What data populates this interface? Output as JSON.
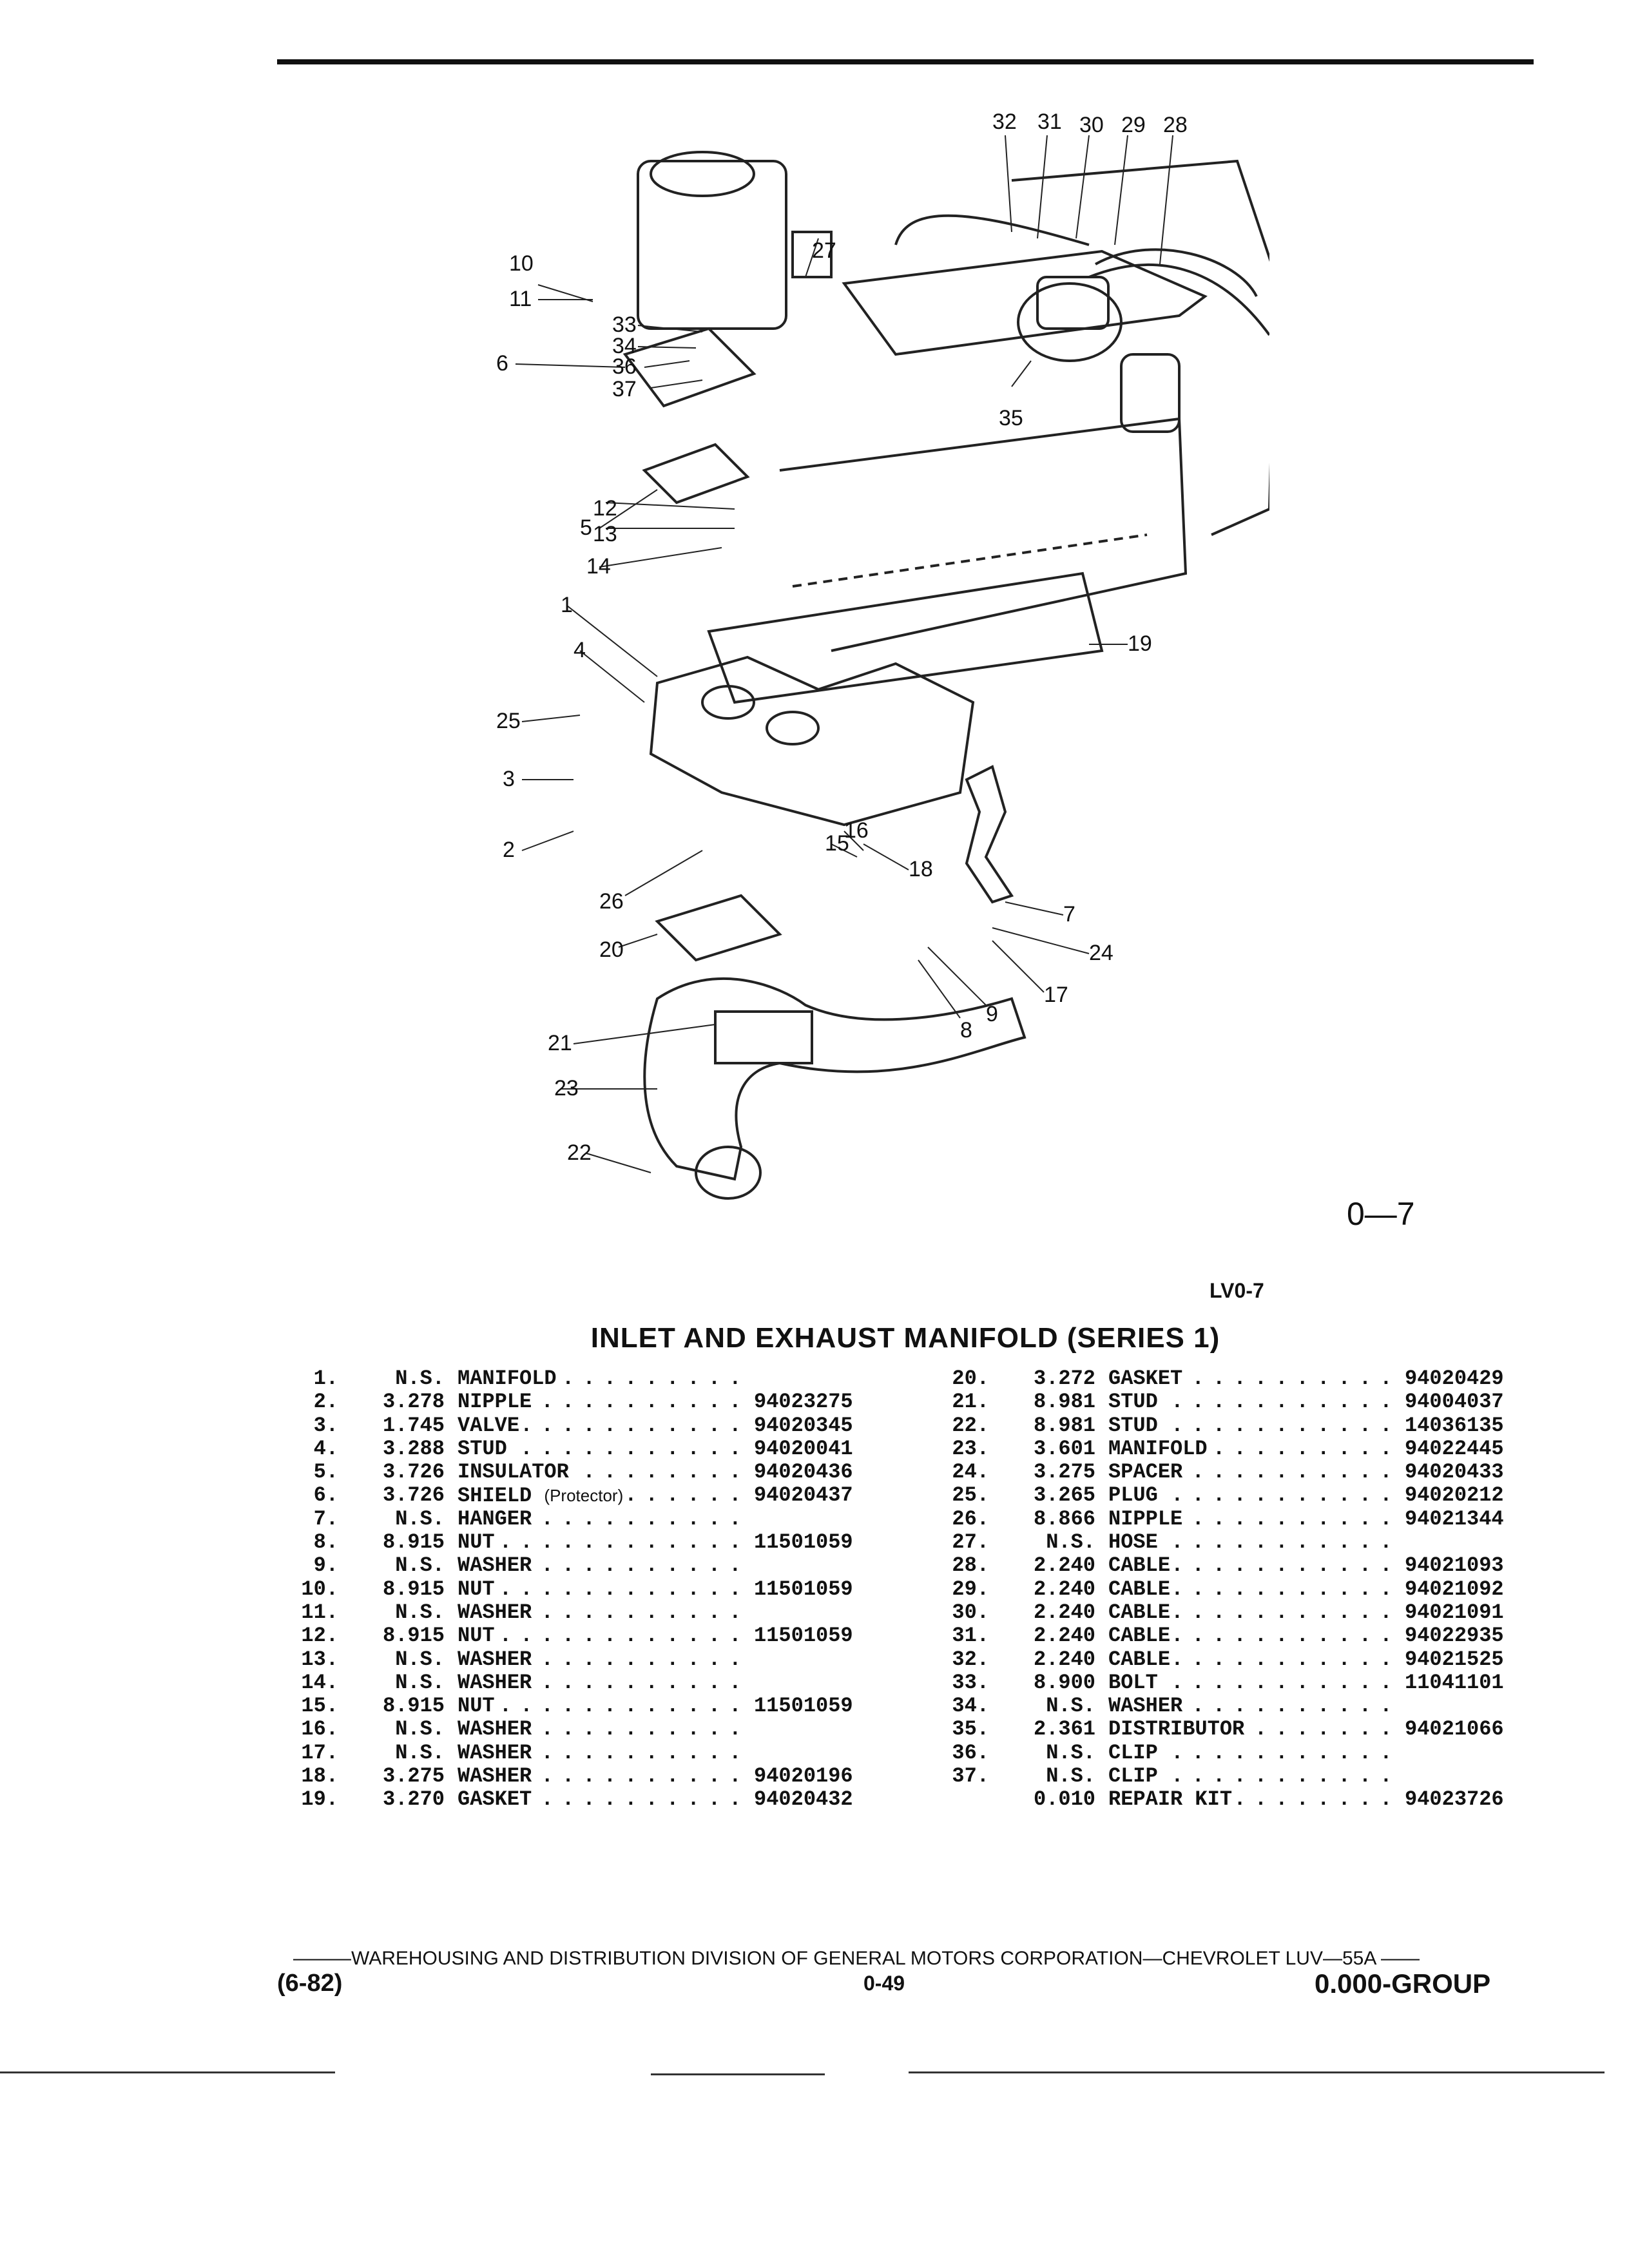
{
  "figure": {
    "number": "0—7",
    "code": "LV0-7",
    "callouts": [
      "1",
      "2",
      "3",
      "4",
      "5",
      "6",
      "7",
      "8",
      "9",
      "10",
      "11",
      "12",
      "13",
      "14",
      "15",
      "16",
      "17",
      "18",
      "19",
      "20",
      "21",
      "22",
      "23",
      "24",
      "25",
      "26",
      "27",
      "28",
      "29",
      "30",
      "31",
      "32",
      "33",
      "34",
      "35",
      "36",
      "37"
    ]
  },
  "title": "INLET AND EXHAUST MANIFOLD (SERIES 1)",
  "parts_left": [
    {
      "no": "1.",
      "group": "N.S.",
      "desc": "MANIFOLD",
      "part": ""
    },
    {
      "no": "2.",
      "group": "3.278",
      "desc": "NIPPLE",
      "part": "94023275"
    },
    {
      "no": "3.",
      "group": "1.745",
      "desc": "VALVE",
      "part": "94020345"
    },
    {
      "no": "4.",
      "group": "3.288",
      "desc": "STUD",
      "part": "94020041"
    },
    {
      "no": "5.",
      "group": "3.726",
      "desc": "INSULATOR",
      "part": "94020436"
    },
    {
      "no": "6.",
      "group": "3.726",
      "desc": "SHIELD",
      "desc_note": "(Protector)",
      "part": "94020437"
    },
    {
      "no": "7.",
      "group": "N.S.",
      "desc": "HANGER",
      "part": ""
    },
    {
      "no": "8.",
      "group": "8.915",
      "desc": "NUT",
      "part": "11501059"
    },
    {
      "no": "9.",
      "group": "N.S.",
      "desc": "WASHER",
      "part": ""
    },
    {
      "no": "10.",
      "group": "8.915",
      "desc": "NUT",
      "part": "11501059"
    },
    {
      "no": "11.",
      "group": "N.S.",
      "desc": "WASHER",
      "part": ""
    },
    {
      "no": "12.",
      "group": "8.915",
      "desc": "NUT",
      "part": "11501059"
    },
    {
      "no": "13.",
      "group": "N.S.",
      "desc": "WASHER",
      "part": ""
    },
    {
      "no": "14.",
      "group": "N.S.",
      "desc": "WASHER",
      "part": ""
    },
    {
      "no": "15.",
      "group": "8.915",
      "desc": "NUT",
      "part": "11501059"
    },
    {
      "no": "16.",
      "group": "N.S.",
      "desc": "WASHER",
      "part": ""
    },
    {
      "no": "17.",
      "group": "N.S.",
      "desc": "WASHER",
      "part": ""
    },
    {
      "no": "18.",
      "group": "3.275",
      "desc": "WASHER",
      "part": "94020196"
    },
    {
      "no": "19.",
      "group": "3.270",
      "desc": "GASKET",
      "part": "94020432"
    }
  ],
  "parts_right": [
    {
      "no": "20.",
      "group": "3.272",
      "desc": "GASKET",
      "part": "94020429"
    },
    {
      "no": "21.",
      "group": "8.981",
      "desc": "STUD",
      "part": "94004037"
    },
    {
      "no": "22.",
      "group": "8.981",
      "desc": "STUD",
      "part": "14036135"
    },
    {
      "no": "23.",
      "group": "3.601",
      "desc": "MANIFOLD",
      "part": "94022445"
    },
    {
      "no": "24.",
      "group": "3.275",
      "desc": "SPACER",
      "part": "94020433"
    },
    {
      "no": "25.",
      "group": "3.265",
      "desc": "PLUG",
      "part": "94020212"
    },
    {
      "no": "26.",
      "group": "8.866",
      "desc": "NIPPLE",
      "part": "94021344"
    },
    {
      "no": "27.",
      "group": "N.S.",
      "desc": "HOSE",
      "part": ""
    },
    {
      "no": "28.",
      "group": "2.240",
      "desc": "CABLE",
      "part": "94021093"
    },
    {
      "no": "29.",
      "group": "2.240",
      "desc": "CABLE",
      "part": "94021092"
    },
    {
      "no": "30.",
      "group": "2.240",
      "desc": "CABLE",
      "part": "94021091"
    },
    {
      "no": "31.",
      "group": "2.240",
      "desc": "CABLE",
      "part": "94022935"
    },
    {
      "no": "32.",
      "group": "2.240",
      "desc": "CABLE",
      "part": "94021525"
    },
    {
      "no": "33.",
      "group": "8.900",
      "desc": "BOLT",
      "part": "11041101"
    },
    {
      "no": "34.",
      "group": "N.S.",
      "desc": "WASHER",
      "part": ""
    },
    {
      "no": "35.",
      "group": "2.361",
      "desc": "DISTRIBUTOR",
      "part": "94021066"
    },
    {
      "no": "36.",
      "group": "N.S.",
      "desc": "CLIP",
      "part": ""
    },
    {
      "no": "37.",
      "group": "N.S.",
      "desc": "CLIP",
      "part": ""
    },
    {
      "no": "",
      "group": "0.010",
      "desc": "REPAIR KIT",
      "part": "94023726"
    }
  ],
  "footer": {
    "line": "———WAREHOUSING AND DISTRIBUTION  DIVISION OF GENERAL MOTORS CORPORATION—CHEVROLET LUV—55A  ——",
    "date": "(6-82)",
    "page": "0-49",
    "group": "0.000-GROUP"
  }
}
